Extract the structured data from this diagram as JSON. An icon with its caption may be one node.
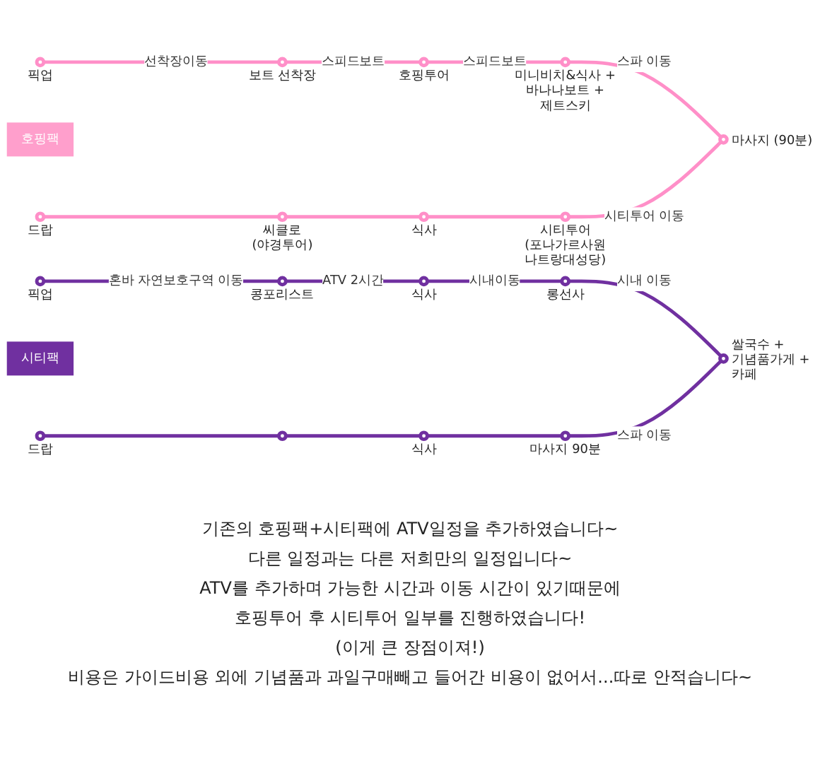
{
  "diagram": {
    "nodes": [
      {
        "text": [],
        "shape": "circle",
        "beside": [
          "픽업"
        ]
      },
      {
        "text": [],
        "shape": "circle",
        "beside": [
          "보트 선착장"
        ]
      },
      {
        "text": [],
        "shape": "circle",
        "beside": [
          "호핑투어"
        ]
      },
      {
        "text": [],
        "shape": "circle",
        "beside": [
          "미니비치&식사 + 바나나보트 + 제트스키"
        ]
      },
      {
        "text": [
          "호핑팩"
        ]
      },
      {
        "text": [],
        "shape": "circle",
        "beside": [
          "마사지 (90분)"
        ]
      },
      {
        "text": [],
        "shape": "circle",
        "beside": [
          "드랍"
        ]
      },
      {
        "text": [],
        "shape": "circle",
        "beside": [
          "씨클로 (야경투어)"
        ]
      },
      {
        "text": [],
        "shape": "circle",
        "beside": [
          "식사"
        ]
      },
      {
        "text": [],
        "shape": "circle",
        "beside": [
          "시티투어 (포나가르사원 나트랑대성당)"
        ]
      },
      {
        "text": [],
        "shape": "circle",
        "beside": [
          "픽업"
        ]
      },
      {
        "text": [],
        "shape": "circle",
        "beside": [
          "콩포리스트"
        ]
      },
      {
        "text": [],
        "shape": "circle",
        "beside": [
          "식사"
        ]
      },
      {
        "text": [],
        "shape": "circle",
        "beside": [
          "롱선사"
        ]
      },
      {
        "text": [
          "시티팩"
        ]
      },
      {
        "text": [],
        "shape": "circle",
        "beside": [
          "쌀국수 + 기념품가게 + 카페"
        ]
      },
      {
        "text": [],
        "shape": "circle",
        "beside": [
          "드랍"
        ]
      },
      {
        "text": [],
        "shape": "circle"
      },
      {
        "text": [],
        "shape": "circle",
        "beside": [
          "식사"
        ]
      },
      {
        "text": [],
        "shape": "circle",
        "beside": [
          "마사지 90분"
        ]
      }
    ],
    "edges": [
      {
        "from": 0,
        "to": 1,
        "arrow": "none",
        "label": "선착장이동"
      },
      {
        "from": 1,
        "to": 2,
        "arrow": "none",
        "label": "스피드보트"
      },
      {
        "from": 2,
        "to": 3,
        "arrow": "none",
        "label": "스피드보트"
      },
      {
        "from": 3,
        "to": 5,
        "arrow": "none",
        "label": "스파 이동"
      },
      {
        "from": 9,
        "to": 5,
        "arrow": "none",
        "label": "시티투어 이동"
      },
      {
        "from": 8,
        "to": 9,
        "arrow": "none"
      },
      {
        "from": 7,
        "to": 8,
        "arrow": "none"
      },
      {
        "from": 6,
        "to": 7,
        "arrow": "none"
      },
      {
        "from": 10,
        "to": 11,
        "arrow": "none",
        "label": "혼바 자연보호구역 이동",
        "color": "#7030a0"
      },
      {
        "from": 11,
        "to": 12,
        "arrow": "none",
        "label": "ATV 2시간",
        "color": "#7030a0"
      },
      {
        "from": 12,
        "to": 13,
        "arrow": "none",
        "label": "시내이동",
        "color": "#7030a0"
      },
      {
        "from": 13,
        "to": 15,
        "arrow": "none",
        "label": "시내 이동",
        "color": "#7030a0"
      },
      {
        "from": 19,
        "to": 15,
        "arrow": "none",
        "label": "스파 이동",
        "color": "#7030a0"
      },
      {
        "from": 18,
        "to": 19,
        "arrow": "none",
        "color": "#7030a0"
      },
      {
        "from": 17,
        "to": 18,
        "arrow": "none",
        "color": "#7030a0"
      },
      {
        "from": 16,
        "to": 17,
        "arrow": "none",
        "color": "#7030a0"
      }
    ],
    "labels": [
      "기존의 호핑팩+시티팩에 ATV일정을 추가하였습니다~",
      "다른 일정과는 다른 저희만의 일정입니다~",
      "ATV를 추가하며 가능한 시간과 이동 시간이 있기때문에",
      "호핑투어 후 시티투어 일부를 진행하였습니다!",
      "(이게 큰 장점이져!)",
      "비용은 가이드비용 외에 기념품과 과일구매빼고 들어간 비용이 없어서...따로 안적습니다~"
    ]
  }
}
